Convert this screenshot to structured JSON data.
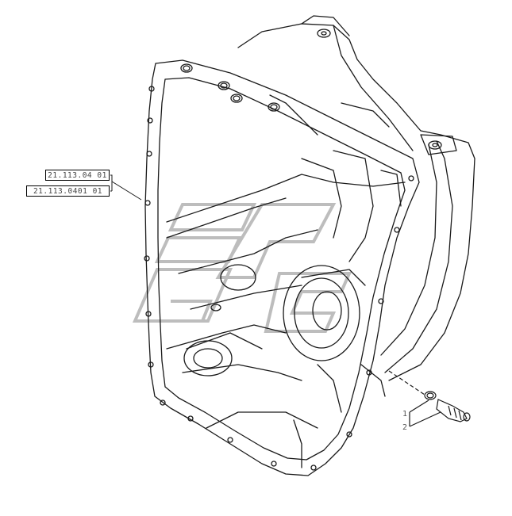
{
  "references": [
    {
      "code": "21.113.04 01"
    },
    {
      "code": "21.113.0401 01"
    }
  ],
  "callouts": [
    {
      "number": "1"
    },
    {
      "number": "2"
    }
  ],
  "colors": {
    "line": "#1a1a1a",
    "watermark": "#bdbdbd",
    "background": "#ffffff"
  }
}
